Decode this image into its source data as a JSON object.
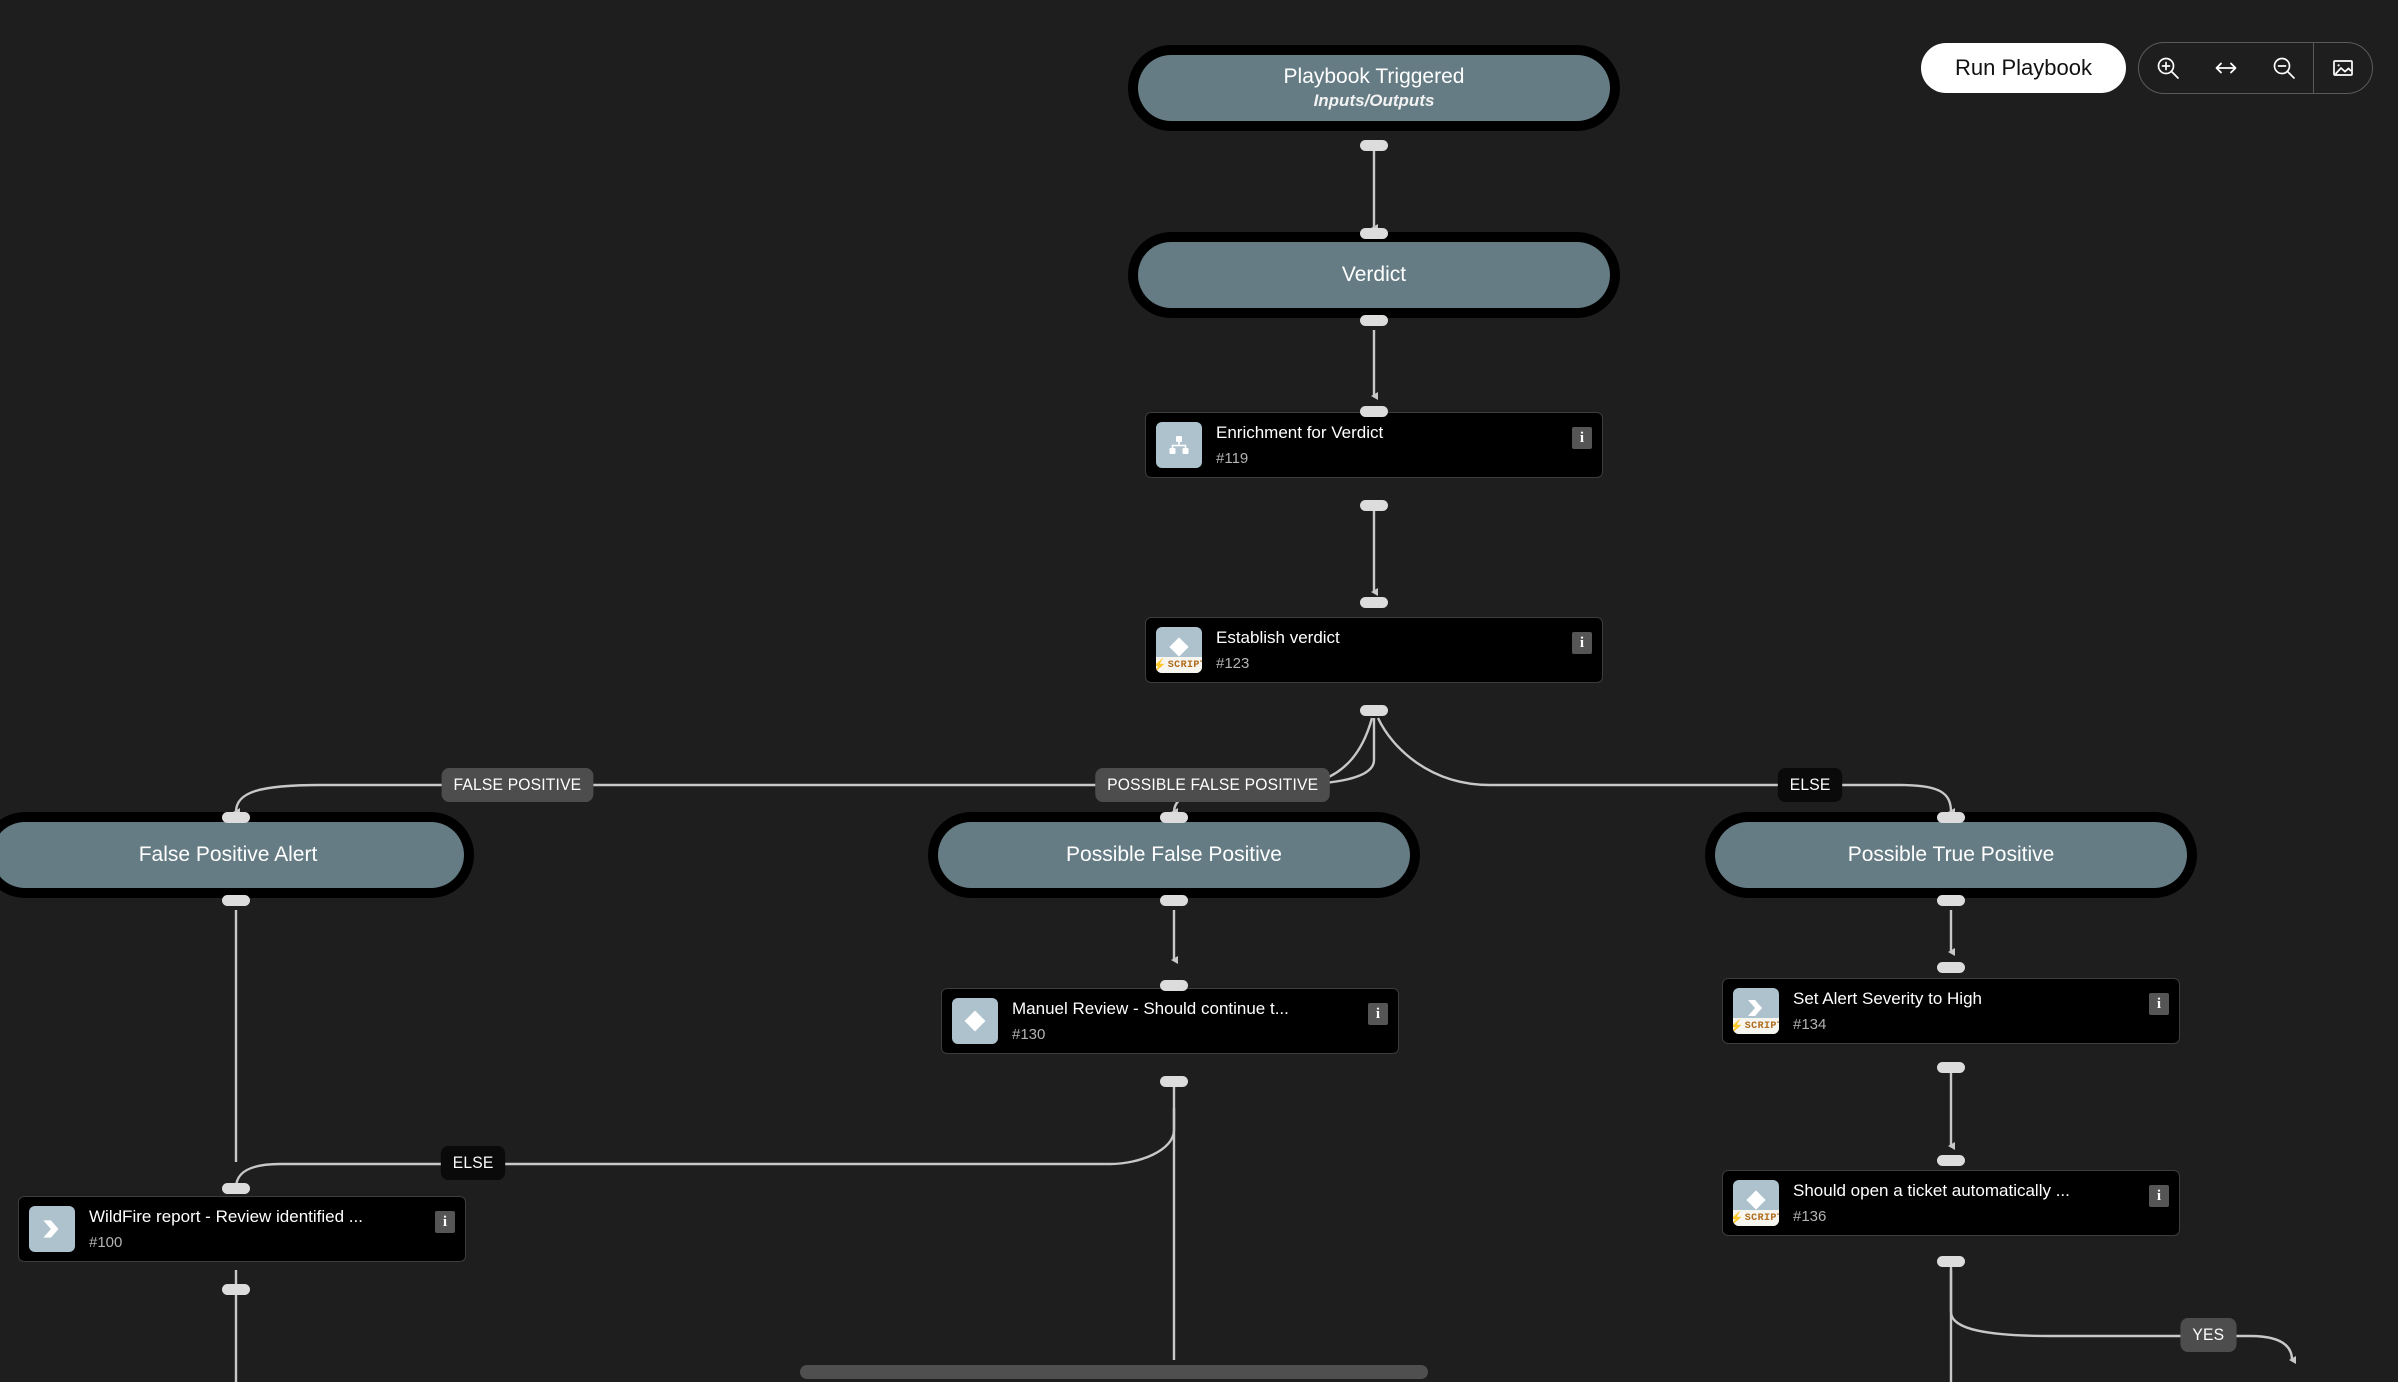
{
  "toolbar": {
    "run_label": "Run Playbook",
    "zoom_in_icon": "zoom-in-icon",
    "fit_icon": "fit-width-icon",
    "zoom_out_icon": "zoom-out-icon",
    "export_icon": "export-image-icon"
  },
  "nodes": {
    "playbook_triggered": {
      "title": "Playbook Triggered",
      "subtitle": "Inputs/Outputs"
    },
    "verdict": {
      "title": "Verdict"
    },
    "enrichment_for_verdict": {
      "title": "Enrichment for Verdict",
      "id": "#119",
      "info": "i",
      "icon": "sub-playbook-icon"
    },
    "establish_verdict": {
      "title": "Establish verdict",
      "id": "#123",
      "info": "i",
      "icon": "condition-icon",
      "script_label": "SCRIPT"
    },
    "false_positive_alert": {
      "title": "False Positive Alert"
    },
    "possible_false_positive": {
      "title": "Possible False Positive"
    },
    "possible_true_positive": {
      "title": "Possible True Positive"
    },
    "manuel_review": {
      "title": "Manuel Review - Should continue t...",
      "id": "#130",
      "info": "i",
      "icon": "condition-icon"
    },
    "set_alert_severity": {
      "title": "Set Alert Severity to High",
      "id": "#134",
      "info": "i",
      "icon": "task-icon",
      "script_label": "SCRIPT"
    },
    "should_open_ticket": {
      "title": "Should open a ticket automatically ...",
      "id": "#136",
      "info": "i",
      "icon": "condition-icon",
      "script_label": "SCRIPT"
    },
    "wildfire_report": {
      "title": "WildFire report - Review identified ...",
      "id": "#100",
      "info": "i",
      "icon": "task-icon"
    }
  },
  "edge_labels": {
    "false_positive": "FALSE POSITIVE",
    "possible_false_positive": "POSSIBLE FALSE POSITIVE",
    "else_right": "ELSE",
    "else_left": "ELSE",
    "yes": "YES"
  },
  "colors": {
    "background": "#1e1e1e",
    "node_accent": "#657c84",
    "node_border": "#000000",
    "icon_tile": "#adc2cc",
    "edge": "#c8c8c8",
    "chip_gray": "#4d4d4d",
    "chip_black": "#0a0a0a",
    "run_button": "#ffffff"
  }
}
